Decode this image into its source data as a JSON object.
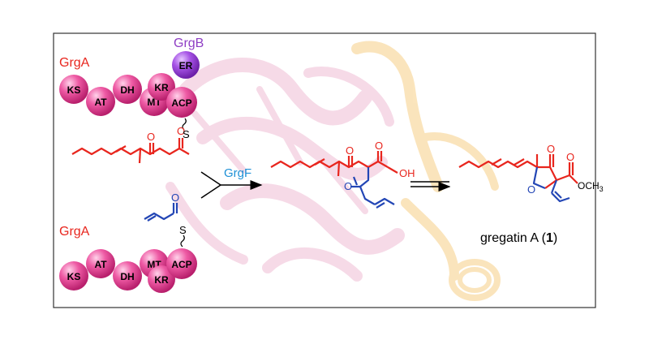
{
  "upper_enzyme": {
    "label": "GrgA",
    "partner_label": "GrgB",
    "domains": {
      "ks": "KS",
      "at": "AT",
      "dh": "DH",
      "mt": "MT",
      "kr": "KR",
      "acp": "ACP",
      "er": "ER"
    }
  },
  "lower_enzyme": {
    "label": "GrgA",
    "domains": {
      "ks": "KS",
      "at": "AT",
      "dh": "DH",
      "mt": "MT",
      "kr": "KR",
      "acp": "ACP"
    }
  },
  "enzyme_label": "GrgF",
  "atom_labels": {
    "oxygen": "O",
    "sulfur": "S",
    "hydroxyl": "OH",
    "methyl_ester": "OCH",
    "methyl_subscript": "3"
  },
  "product": {
    "name": "gregatin A (",
    "number": "1",
    "close": ")"
  },
  "colors": {
    "domain_pink": "#e23c8e",
    "er_purple": "#9a3fd6",
    "label_red": "#e8261e",
    "grgb_purple": "#8e3ec4",
    "grgf_blue": "#1e90d6",
    "chain_red": "#e8261e",
    "chain_blue": "#2346b5",
    "protein_pink": "#f3c9dc",
    "protein_orange": "#f5c36a",
    "frame": "#333333"
  }
}
